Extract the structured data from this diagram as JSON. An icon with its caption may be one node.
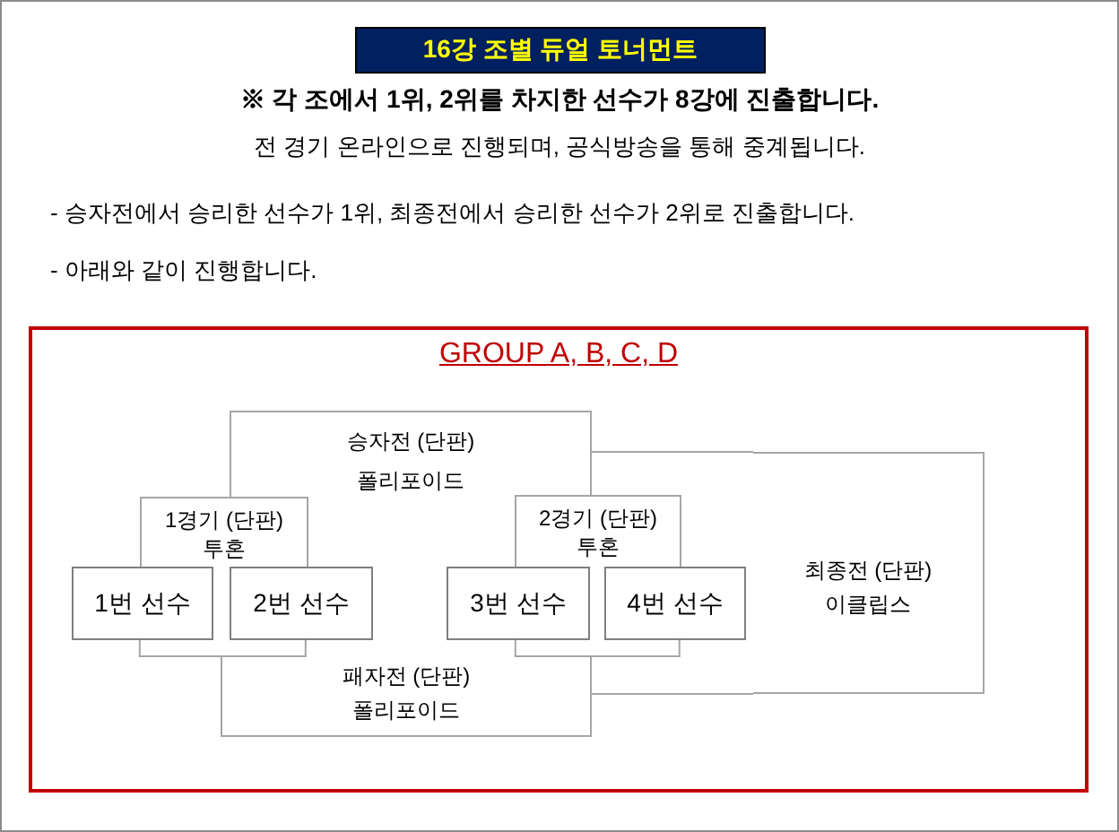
{
  "diagram": {
    "nodes": [
      {
        "text": [
          "16강 조별 듀얼 토너먼트"
        ]
      },
      {
        "text": [
          "GROUP A, B, C, D"
        ]
      },
      {
        "text": [
          "승자전 (단판)",
          "폴리포이드"
        ],
        "in": 1
      },
      {
        "text": [
          "1경기 (단판)",
          "투혼"
        ],
        "in": 1
      },
      {
        "text": [
          "2경기 (단판)",
          "투혼"
        ],
        "in": 1
      },
      {
        "text": [
          "최종전 (단판)",
          "이클립스"
        ],
        "in": 1
      },
      {
        "text": [
          "1번 선수"
        ],
        "in": 1
      },
      {
        "text": [
          "2번 선수"
        ],
        "in": 1
      },
      {
        "text": [
          "3번 선수"
        ],
        "in": 1
      },
      {
        "text": [
          "4번 선수"
        ],
        "in": 1
      },
      {
        "text": [
          "패자전 (단판)",
          "폴리포이드"
        ],
        "in": 1
      }
    ],
    "edges": [
      {
        "from": 6,
        "to": 10,
        "arrow": "none"
      },
      {
        "from": 7,
        "to": 10,
        "arrow": "none"
      },
      {
        "from": 8,
        "to": 10,
        "arrow": "none"
      },
      {
        "from": 9,
        "to": 10,
        "arrow": "none"
      },
      {
        "from": 2,
        "to": 5,
        "arrow": "none"
      },
      {
        "from": 10,
        "to": 5,
        "arrow": "none"
      }
    ],
    "labels": [
      "**※ 각 조에서 1위, 2위를 차지한 선수가 8강에 진출합니다.**",
      "전 경기 온라인으로 진행되며, 공식방송을 통해 중계됩니다.",
      "- 승자전에서 승리한 선수가 1위, 최종전에서 승리한 선수가 2위로 진출합니다.",
      "- 아래와 같이 진행합니다."
    ]
  }
}
